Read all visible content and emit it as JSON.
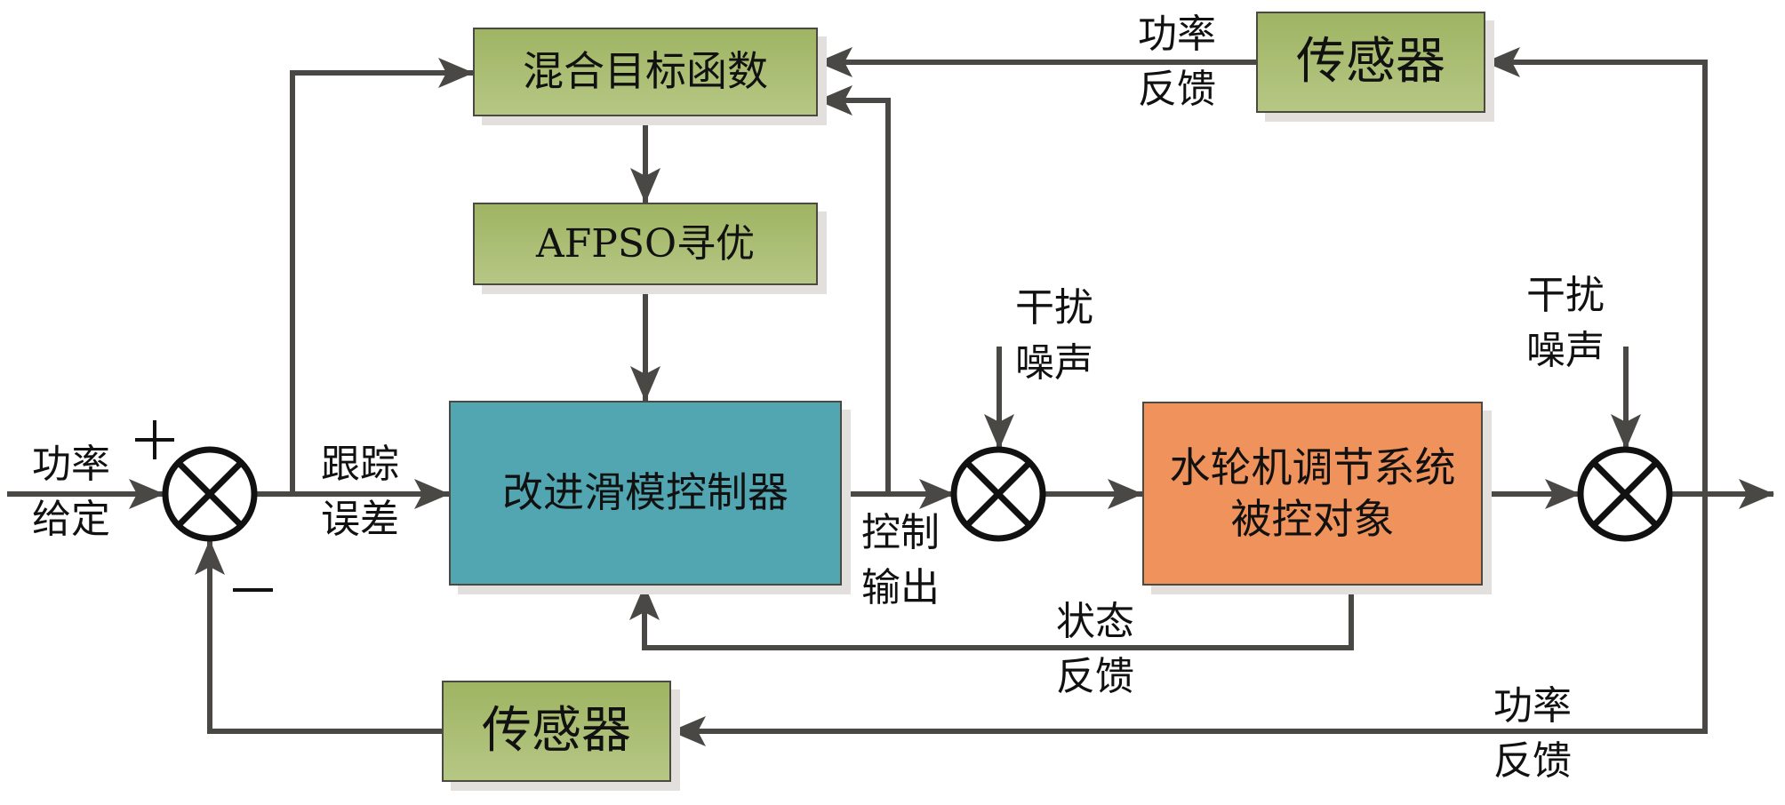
{
  "blocks": {
    "hybrid_objective": "混合目标函数",
    "afpso": "AFPSO寻优",
    "controller": "改进滑模控制器",
    "plant_line1": "水轮机调节系统",
    "plant_line2": "被控对象",
    "sensor_top": "传感器",
    "sensor_bottom": "传感器"
  },
  "labels": {
    "power_setpoint": [
      "功率",
      "给定"
    ],
    "tracking_error": [
      "跟踪",
      "误差"
    ],
    "control_output": [
      "控制",
      "输出"
    ],
    "disturbance_1": [
      "干扰",
      "噪声"
    ],
    "disturbance_2": [
      "干扰",
      "噪声"
    ],
    "state_feedback": [
      "状态",
      "反馈"
    ],
    "power_feedback_top": [
      "功率",
      "反馈"
    ],
    "power_feedback_bottom": [
      "功率",
      "反馈"
    ]
  },
  "signs": {
    "plus": "+",
    "minus": "—"
  },
  "colors": {
    "line": "#4a4845",
    "junction": "#111111",
    "green_block": "#a9bd72",
    "controller_block": "#52a6b2",
    "plant_block": "#ef925b"
  }
}
